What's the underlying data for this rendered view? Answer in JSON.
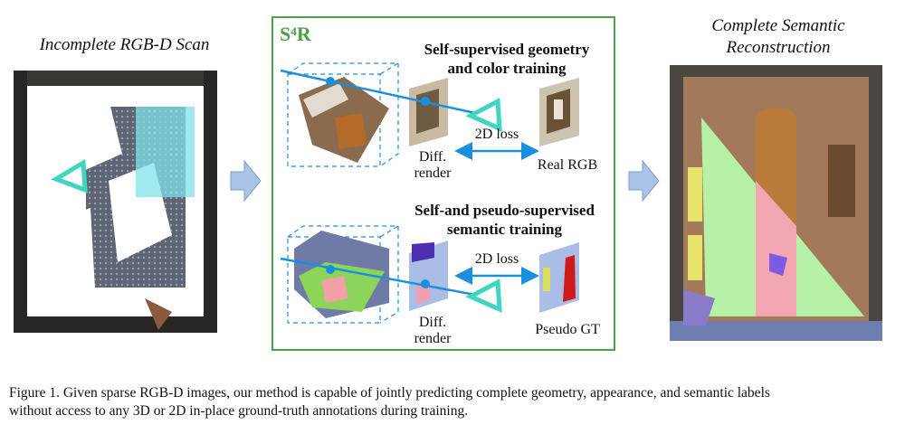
{
  "left_panel": {
    "title": "Incomplete RGB-D Scan"
  },
  "right_panel": {
    "title_line1": "Complete Semantic",
    "title_line2": "Reconstruction"
  },
  "center_box": {
    "label": "S⁴R",
    "top": {
      "heading_line1": "Self-supervised geometry",
      "heading_line2": "and color training",
      "loss": "2D loss",
      "render_line1": "Diff.",
      "render_line2": "render",
      "target": "Real RGB"
    },
    "bottom": {
      "heading_line1": "Self-and pseudo-supervised",
      "heading_line2": "semantic training",
      "loss": "2D loss",
      "render_line1": "Diff.",
      "render_line2": "render",
      "target": "Pseudo GT"
    }
  },
  "caption": {
    "line1": "Figure 1.  Given sparse RGB-D images, our method is capable of jointly predicting complete geometry, appearance, and semantic labels",
    "line2": "without access to any 3D or 2D in-place ground-truth annotations during training."
  },
  "colors": {
    "box_border": "#4aa34a",
    "ray": "#1a8fe0",
    "arrow_fill": "#a9c4e6",
    "camera": "#3fd6c0"
  }
}
